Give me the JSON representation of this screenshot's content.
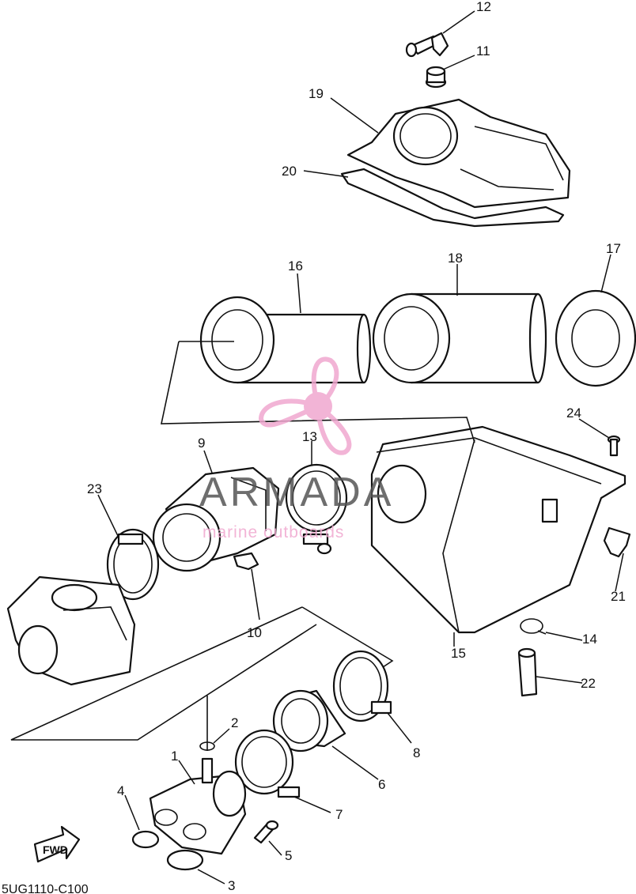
{
  "diagram_code": "5UG1110-C100",
  "callouts": [
    "1",
    "2",
    "3",
    "4",
    "5",
    "6",
    "7",
    "8",
    "9",
    "10",
    "11",
    "12",
    "13",
    "14",
    "15",
    "16",
    "17",
    "18",
    "19",
    "20",
    "21",
    "22",
    "23",
    "24"
  ],
  "fwd_label": "FWD",
  "watermark": {
    "brand": "ARMADA",
    "tagline": "marine outboards",
    "color": "#f0a8d0"
  }
}
